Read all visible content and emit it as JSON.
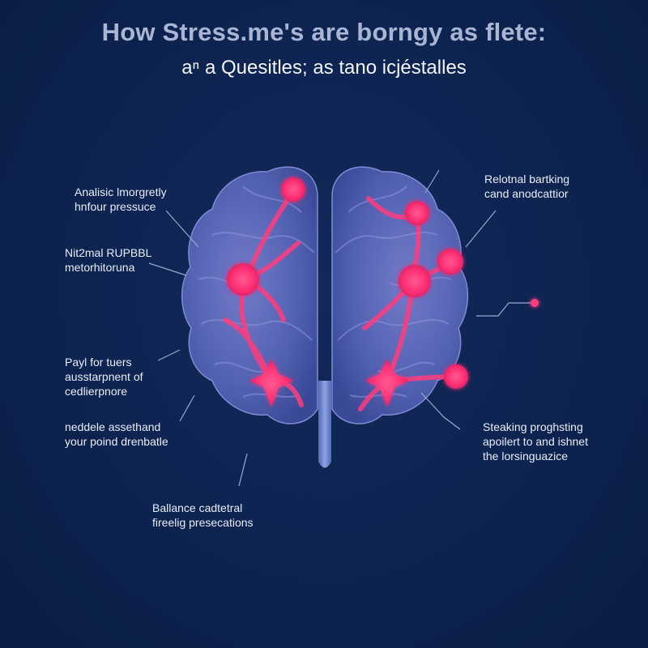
{
  "title": "How Stress.me's are borngy as flete:",
  "subtitle": "aⁿ a Quesitles; as tano icjéstalles",
  "colors": {
    "background": "#0d2350",
    "brain": "#5d6fc0",
    "hotspot": "#ff3d7f",
    "leader": "#9aa8cf",
    "stem": "#7f95d8"
  },
  "labels": {
    "left1": {
      "line1": "Analisic lmorgretly",
      "line2": "hnfour pressuce"
    },
    "left2": {
      "line1": "Nit2mal RUPBBL",
      "line2": "metorhitoruna"
    },
    "left3": {
      "line1": "Payl for tuers",
      "line2": "ausstarpnent of",
      "line3": "cedlierpnore"
    },
    "left4": {
      "line1": "neddele assethand",
      "line2": "your poind drenbatle"
    },
    "bottom": {
      "line1": "Ballance cadtetral",
      "line2": "fireelig presecations"
    },
    "right1": {
      "line1": "Relotnal bartking",
      "line2": "cand anodcattior"
    },
    "right2": {
      "line1": "Steaking proghsting",
      "line2": "apoilert to and ishnet",
      "line3": "the lorsinguazice"
    }
  }
}
